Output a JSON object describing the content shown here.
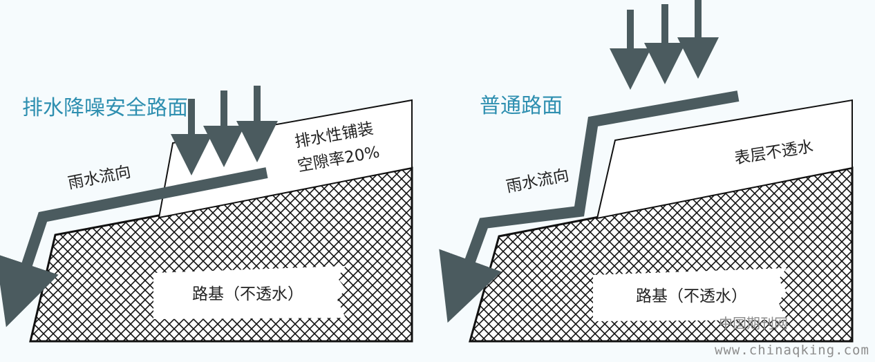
{
  "colors": {
    "background": "#f6fbfd",
    "arrow": "#4b5b5f",
    "title": "#2e8fb0",
    "line": "#111111",
    "text": "#222222"
  },
  "left_panel": {
    "title": "排水降噪安全路面",
    "layer_label_line1": "排水性铺装",
    "layer_label_line2": "空隙率20%",
    "flow_label": "雨水流向",
    "subgrade_label": "路基（不透水）"
  },
  "right_panel": {
    "title": "普通路面",
    "layer_label": "表层不透水",
    "flow_label": "雨水流向",
    "subgrade_label": "路基（不透水）"
  },
  "watermark": {
    "cn": "中国期刊网",
    "url": "www.chinaqking.com"
  }
}
